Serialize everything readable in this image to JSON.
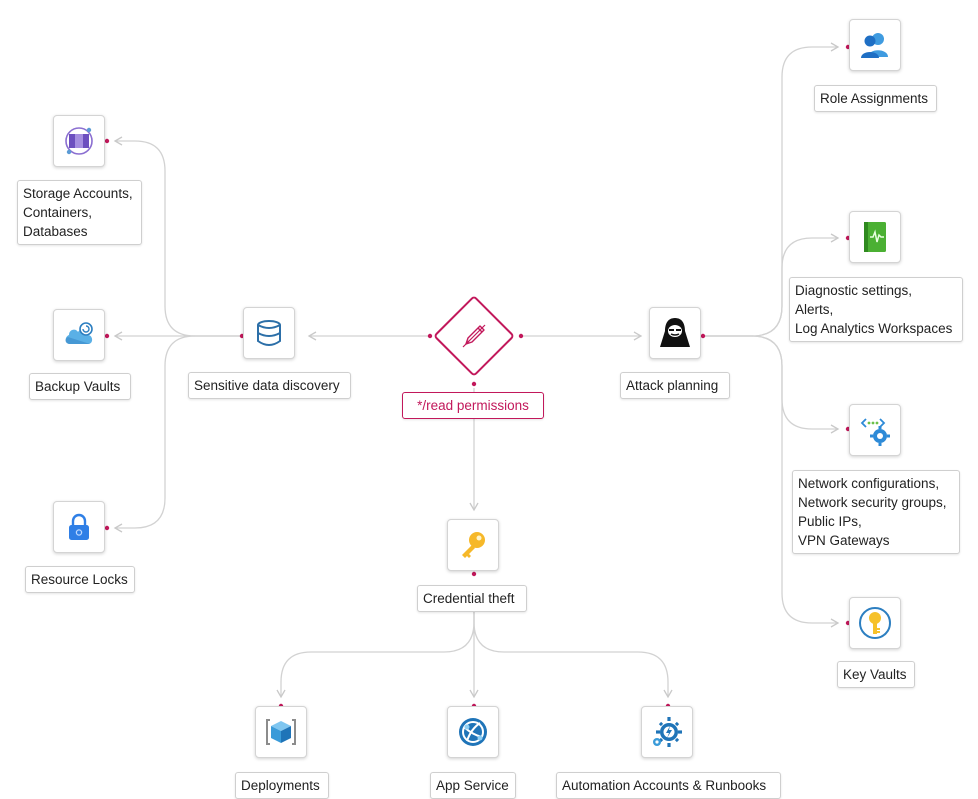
{
  "center": {
    "label": "*/read permissions",
    "icon": "edit-pencil-icon",
    "color": "#c2185b"
  },
  "branches": {
    "sensitive_data_discovery": {
      "label": "Sensitive data discovery",
      "icon": "database-icon"
    },
    "attack_planning": {
      "label": "Attack planning",
      "icon": "hacker-icon"
    },
    "credential_theft": {
      "label": "Credential theft",
      "icon": "key-icon"
    }
  },
  "leaves": {
    "storage": {
      "label": "Storage Accounts,\nContainers,\nDatabases",
      "icon": "storage-accounts-icon"
    },
    "backup": {
      "label": "Backup Vaults",
      "icon": "backup-cloud-icon"
    },
    "locks": {
      "label": "Resource Locks",
      "icon": "lock-icon"
    },
    "roles": {
      "label": "Role Assignments",
      "icon": "users-icon"
    },
    "diagnostics": {
      "label": "Diagnostic settings,\nAlerts,\nLog Analytics Workspaces",
      "icon": "diagnostic-book-icon"
    },
    "network": {
      "label": "Network configurations,\nNetwork security groups,\nPublic IPs,\nVPN Gateways",
      "icon": "network-gear-icon"
    },
    "keyvaults": {
      "label": "Key Vaults",
      "icon": "key-vault-icon"
    },
    "deployments": {
      "label": "Deployments",
      "icon": "deployment-cube-icon"
    },
    "appservice": {
      "label": "App Service",
      "icon": "app-service-globe-icon"
    },
    "automation": {
      "label": "Automation Accounts & Runbooks",
      "icon": "automation-gear-icon"
    }
  },
  "colors": {
    "connector": "#cfcfcf",
    "port_dot": "#c2185b",
    "accent": "#c2185b"
  }
}
